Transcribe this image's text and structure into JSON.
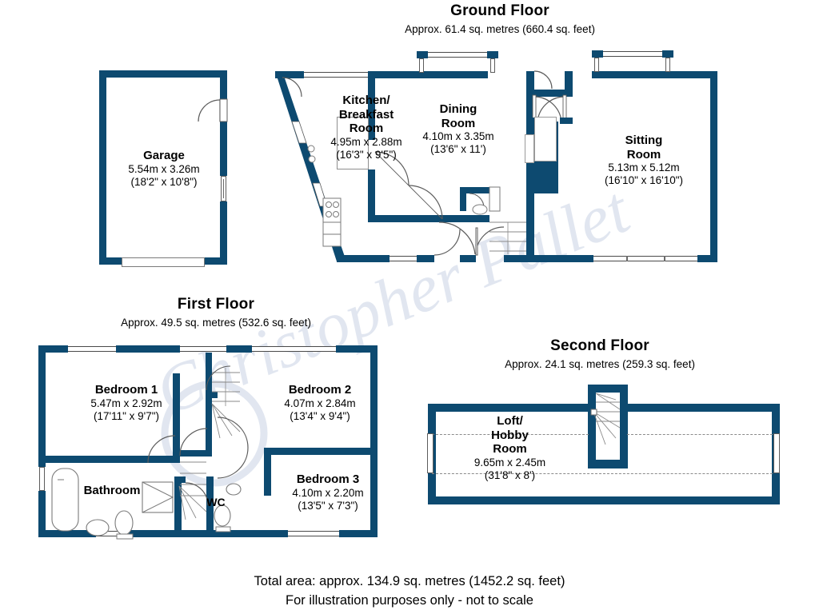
{
  "document": {
    "type": "floor-plan",
    "footer_line1": "Total area: approx. 134.9 sq. metres (1452.2 sq. feet)",
    "footer_line2": "For illustration purposes only - not to scale",
    "watermark": "Christopher Pallet",
    "wall_color": "#0d4a70",
    "background_color": "#ffffff"
  },
  "floors": [
    {
      "id": "ground",
      "title": "Ground Floor",
      "subtitle": "Approx. 61.4 sq. metres (660.4 sq. feet)",
      "area_sq_m": 61.4,
      "area_sq_ft": 660.4,
      "rooms": [
        {
          "name": "Garage",
          "dim_metric": "5.54m x 3.26m",
          "dim_imperial": "(18'2\" x 10'8\")"
        },
        {
          "name_line1": "Kitchen/",
          "name_line2": "Breakfast",
          "name_line3": "Room",
          "dim_metric": "4.95m x 2.88m",
          "dim_imperial": "(16'3\" x 9'5\")"
        },
        {
          "name_line1": "Dining",
          "name_line2": "Room",
          "dim_metric": "4.10m x 3.35m",
          "dim_imperial": "(13'6\" x 11')"
        },
        {
          "name_line1": "Sitting",
          "name_line2": "Room",
          "dim_metric": "5.13m x 5.12m",
          "dim_imperial": "(16'10\" x 16'10\")"
        }
      ]
    },
    {
      "id": "first",
      "title": "First Floor",
      "subtitle": "Approx. 49.5 sq. metres (532.6 sq. feet)",
      "area_sq_m": 49.5,
      "area_sq_ft": 532.6,
      "rooms": [
        {
          "name": "Bedroom 1",
          "dim_metric": "5.47m x 2.92m",
          "dim_imperial": "(17'11\" x 9'7\")"
        },
        {
          "name": "Bedroom 2",
          "dim_metric": "4.07m x 2.84m",
          "dim_imperial": "(13'4\" x 9'4\")"
        },
        {
          "name": "Bedroom 3",
          "dim_metric": "4.10m x 2.20m",
          "dim_imperial": "(13'5\" x 7'3\")"
        },
        {
          "name": "Bathroom",
          "dim_metric": "",
          "dim_imperial": ""
        },
        {
          "name": "WC",
          "dim_metric": "",
          "dim_imperial": ""
        }
      ]
    },
    {
      "id": "second",
      "title": "Second Floor",
      "subtitle": "Approx. 24.1 sq. metres (259.3 sq. feet)",
      "area_sq_m": 24.1,
      "area_sq_ft": 259.3,
      "rooms": [
        {
          "name_line1": "Loft/",
          "name_line2": "Hobby",
          "name_line3": "Room",
          "dim_metric": "9.65m x 2.45m",
          "dim_imperial": "(31'8\" x 8')"
        }
      ]
    }
  ]
}
